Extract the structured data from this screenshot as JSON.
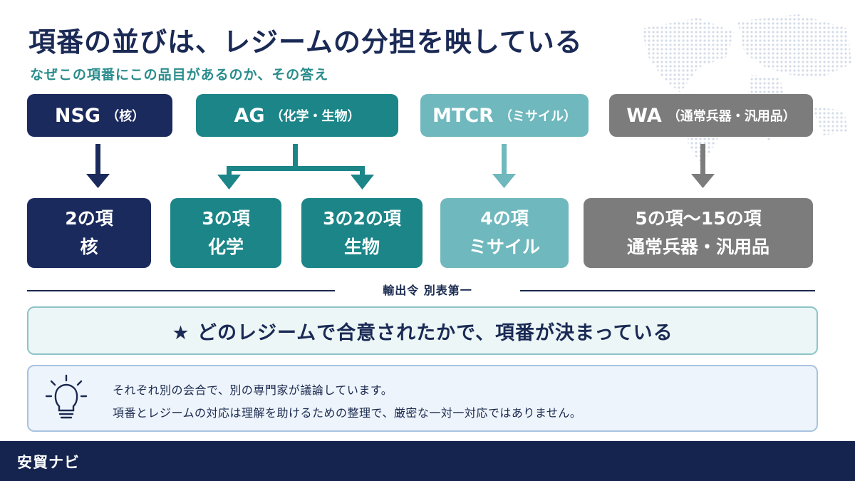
{
  "title": "項番の並びは、レジームの分担を映している",
  "subtitle": "なぜこの項番にこの品目があるのか、その答え",
  "regimes": [
    {
      "abbr": "NSG",
      "desc": "（核）",
      "color": "#1a2a5c"
    },
    {
      "abbr": "AG",
      "desc": "（化学・生物）",
      "color": "#1b8588"
    },
    {
      "abbr": "MTCR",
      "desc": "（ミサイル）",
      "color": "#6fb8bd"
    },
    {
      "abbr": "WA",
      "desc": "（通常兵器・汎用品）",
      "color": "#7c7c7c"
    }
  ],
  "items": [
    {
      "line1": "2の項",
      "line2": "核"
    },
    {
      "line1": "3の項",
      "line2": "化学"
    },
    {
      "line1": "3の2の項",
      "line2": "生物"
    },
    {
      "line1": "4の項",
      "line2": "ミサイル"
    },
    {
      "line1": "5の項〜15の項",
      "line2": "通常兵器・汎用品"
    }
  ],
  "divider_label": "輸出令 別表第一",
  "conclusion": "★ どのレジームで合意されたかで、項番が決まっている",
  "note": {
    "icon": "lightbulb-icon",
    "line1": "それぞれ別の会合で、別の専門家が議論しています。",
    "line2": "項番とレジームの対応は理解を助けるための整理で、厳密な一対一対応ではありません。"
  },
  "footer": {
    "brand": "安貿ナビ"
  }
}
